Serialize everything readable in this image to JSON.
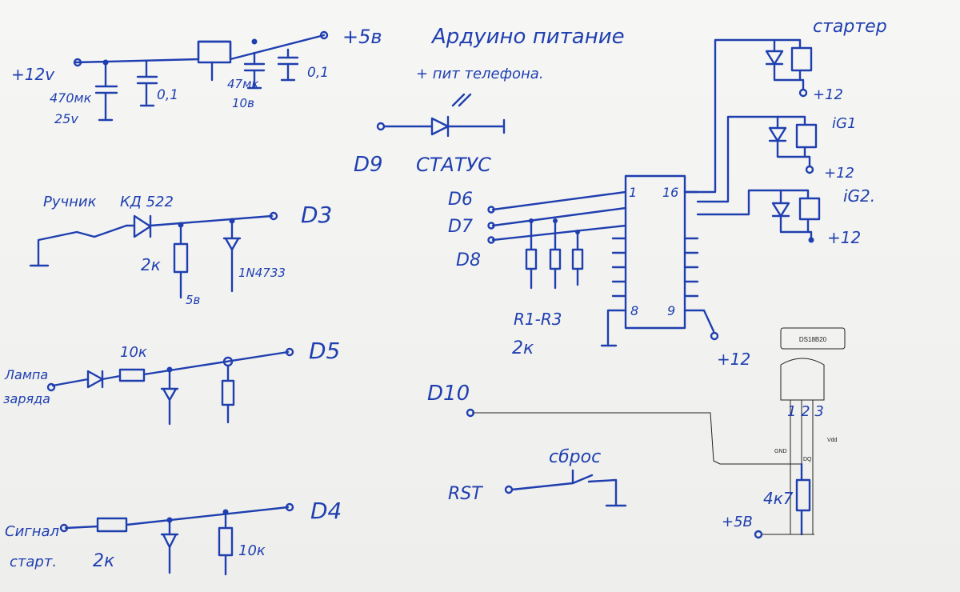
{
  "colors": {
    "ink": "#1f3fb0",
    "printed": "#222222",
    "paper": "#f3f3f1"
  },
  "power": {
    "in_label": "+12v",
    "c1_label": "470мк",
    "c1_voltage": "25v",
    "c2_label": "0,1",
    "c3_label": "47мк",
    "c3_voltage": "10в",
    "c4_label": "0,1",
    "out_label": "+5в",
    "title": "Ардуино питание",
    "subtitle": "+ пит телефона."
  },
  "status": {
    "pin": "D9",
    "label": "СТАТУС"
  },
  "handbrake": {
    "switch_label": "Ручник",
    "diode": "КД 522",
    "resistor": "2к",
    "zener": "1N4733",
    "supply": "5в",
    "pin": "D3"
  },
  "lamp": {
    "label_line1": "Лампа",
    "label_line2": "заряда",
    "resistor": "10к",
    "pin": "D5"
  },
  "starter_signal": {
    "label_line1": "Сигнал",
    "label_line2": "старт.",
    "resistor": "2к",
    "resistor2": "10к",
    "pin": "D4"
  },
  "driver": {
    "inputs": [
      "D6",
      "D7",
      "D8"
    ],
    "resistors_label": "R1-R3",
    "resistors_value": "2к",
    "pin1": "1",
    "pin16": "16",
    "pin8": "8",
    "pin9": "9",
    "supply": "+12"
  },
  "relays": [
    {
      "name": "стартер",
      "supply": "+12"
    },
    {
      "name": "iG1",
      "supply": "+12"
    },
    {
      "name": "iG2.",
      "supply": "+12"
    }
  ],
  "sensor": {
    "name": "DS18B20",
    "pins": "1 2 3",
    "gnd": "GND",
    "dq": "DQ",
    "vdd": "Vdd",
    "pin": "D10",
    "resistor": "4к7",
    "supply": "+5В"
  },
  "reset": {
    "pin": "RST",
    "label": "сброс"
  }
}
